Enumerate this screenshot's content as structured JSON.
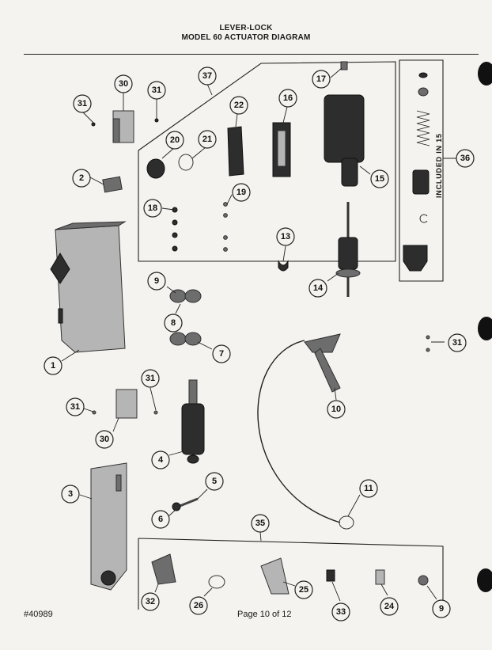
{
  "header": {
    "line1": "LEVER-LOCK",
    "line2": "MODEL 60 ACTUATOR DIAGRAM"
  },
  "footer": {
    "doc_number": "#40989",
    "page_label": "Page 10 of 12"
  },
  "side_note": "INCLUDED IN 15",
  "callouts": [
    "31",
    "30",
    "31",
    "37",
    "17",
    "2",
    "20",
    "21",
    "22",
    "16",
    "36",
    "15",
    "18",
    "19",
    "13",
    "9",
    "14",
    "8",
    "1",
    "7",
    "31",
    "10",
    "31",
    "31",
    "30",
    "4",
    "3",
    "5",
    "11",
    "6",
    "35",
    "32",
    "26",
    "25",
    "33",
    "24",
    "9"
  ]
}
